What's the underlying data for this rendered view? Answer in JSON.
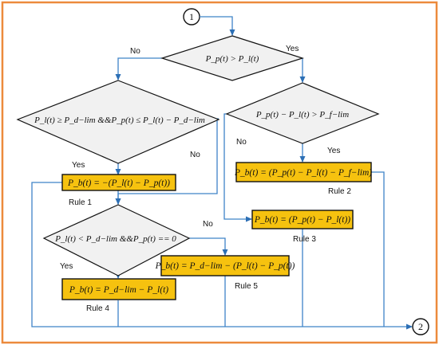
{
  "connectors": {
    "start": "1",
    "end": "2"
  },
  "decisions": {
    "d1": "P_p(t) > P_l(t)",
    "d2": "P_l(t) ≥ P_d−lim &&P_p(t) ≤ P_l(t) − P_d−lim",
    "d3": "P_p(t) − P_l(t) > P_f−lim",
    "d4": "P_l(t) < P_d−lim &&P_p(t) == 0"
  },
  "processes": {
    "r1": "P_b(t) = −(P_l(t) − P_p(t))",
    "r2": "P_b(t) = (P_p(t) − P_l(t) − P_f−lim)",
    "r3": "P_b(t) = (P_p(t) − P_l(t))",
    "r4": "P_b(t) = P_d−lim − P_l(t)",
    "r5": "P_b(t) = P_d−lim − (P_l(t) − P_p(t))"
  },
  "rule_labels": {
    "r1": "Rule 1",
    "r2": "Rule 2",
    "r3": "Rule 3",
    "r4": "Rule 4",
    "r5": "Rule 5"
  },
  "edge_labels": {
    "d1_no": "No",
    "d1_yes": "Yes",
    "d2_yes": "Yes",
    "d2_no": "No",
    "d3_no": "No",
    "d3_yes": "Yes",
    "d4_no": "No",
    "d4_yes": "Yes"
  },
  "colors": {
    "frame": "#ec8a3c",
    "process_fill": "#f6c20f",
    "decision_fill": "#f1f1f1",
    "arrow": "#3f83c8"
  }
}
